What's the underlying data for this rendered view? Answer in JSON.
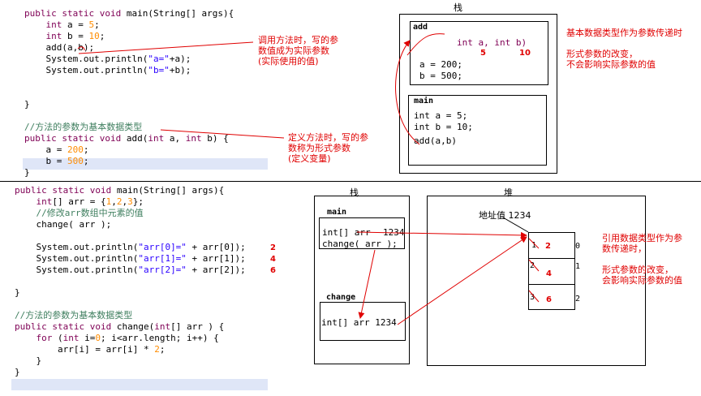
{
  "top": {
    "code": [
      [
        [
          "kw",
          "public static void "
        ],
        [
          "plain",
          "main(String[] args){"
        ]
      ],
      [
        [
          "plain",
          "    "
        ],
        [
          "kw",
          "int"
        ],
        [
          "plain",
          " a = "
        ],
        [
          "num",
          "5"
        ],
        [
          "plain",
          ";"
        ]
      ],
      [
        [
          "plain",
          "    "
        ],
        [
          "kw",
          "int"
        ],
        [
          "plain",
          " b = "
        ],
        [
          "num",
          "10"
        ],
        [
          "plain",
          ";"
        ]
      ],
      [
        [
          "plain",
          "    add(a,b);"
        ]
      ],
      [
        [
          "plain",
          "    System.out.println("
        ],
        [
          "str",
          "\"a=\""
        ],
        [
          "plain",
          "+a);"
        ]
      ],
      [
        [
          "plain",
          "    System.out.println("
        ],
        [
          "str",
          "\"b=\""
        ],
        [
          "plain",
          "+b);"
        ]
      ],
      [
        [
          "plain",
          ""
        ]
      ],
      [
        [
          "plain",
          ""
        ]
      ],
      [
        [
          "plain",
          "}"
        ]
      ],
      [
        [
          "plain",
          ""
        ]
      ],
      [
        [
          "cm",
          "//方法的参数为基本数据类型"
        ]
      ],
      [
        [
          "kw",
          "public static void "
        ],
        [
          "plain",
          "add("
        ],
        [
          "kw",
          "int"
        ],
        [
          "plain",
          " a, "
        ],
        [
          "kw",
          "int"
        ],
        [
          "plain",
          " b) {"
        ]
      ],
      [
        [
          "plain",
          "    a = "
        ],
        [
          "num",
          "200"
        ],
        [
          "plain",
          ";"
        ]
      ],
      [
        [
          "plain",
          "    b = "
        ],
        [
          "num",
          "500"
        ],
        [
          "plain",
          ";"
        ]
      ],
      [
        [
          "plain",
          "}"
        ]
      ]
    ],
    "note_call": "调用方法时，写的参\n数值成为实际参数\n(实际使用的值)",
    "note_define": "定义方法时，写的参\n数称为形式参数\n(定义变量)",
    "stack_title": "栈",
    "add_frame": {
      "label": "add",
      "sig": "int a, int b)",
      "val_a": "5",
      "val_b": "10",
      "line_a": "a = 200;",
      "line_b": "b = 500;"
    },
    "main_frame": {
      "label": "main",
      "lines": [
        "int a = 5;",
        "int b = 10;",
        "add(a,b)"
      ]
    },
    "side_note": "基本数据类型作为参数传递时\n\n形式参数的改变，\n不会影响实际参数的值"
  },
  "bottom": {
    "code": [
      [
        [
          "kw",
          "public static void "
        ],
        [
          "plain",
          "main(String[] args){"
        ]
      ],
      [
        [
          "plain",
          "    "
        ],
        [
          "kw",
          "int"
        ],
        [
          "plain",
          "[] arr = {"
        ],
        [
          "num",
          "1"
        ],
        [
          "plain",
          ","
        ],
        [
          "num",
          "2"
        ],
        [
          "plain",
          ","
        ],
        [
          "num",
          "3"
        ],
        [
          "plain",
          "};"
        ]
      ],
      [
        [
          "plain",
          "    "
        ],
        [
          "cm",
          "//修改arr数组中元素的值"
        ]
      ],
      [
        [
          "plain",
          "    change( arr );"
        ]
      ],
      [
        [
          "plain",
          ""
        ]
      ],
      [
        [
          "plain",
          "    System.out.println("
        ],
        [
          "str",
          "\"arr[0]=\""
        ],
        [
          "plain",
          " + arr[0]);"
        ]
      ],
      [
        [
          "plain",
          "    System.out.println("
        ],
        [
          "str",
          "\"arr[1]=\""
        ],
        [
          "plain",
          " + arr[1]);"
        ]
      ],
      [
        [
          "plain",
          "    System.out.println("
        ],
        [
          "str",
          "\"arr[2]=\""
        ],
        [
          "plain",
          " + arr[2]);"
        ]
      ],
      [
        [
          "plain",
          ""
        ]
      ],
      [
        [
          "plain",
          "}"
        ]
      ],
      [
        [
          "plain",
          ""
        ]
      ],
      [
        [
          "cm",
          "//方法的参数为基本数据类型"
        ]
      ],
      [
        [
          "kw",
          "public static void "
        ],
        [
          "plain",
          "change("
        ],
        [
          "kw",
          "int"
        ],
        [
          "plain",
          "[] arr ) {"
        ]
      ],
      [
        [
          "plain",
          "    "
        ],
        [
          "kw",
          "for"
        ],
        [
          "plain",
          " ("
        ],
        [
          "kw",
          "int"
        ],
        [
          "plain",
          " i="
        ],
        [
          "num",
          "0"
        ],
        [
          "plain",
          "; i<arr.length; i++) {"
        ]
      ],
      [
        [
          "plain",
          "        arr[i] = arr[i] * "
        ],
        [
          "num",
          "2"
        ],
        [
          "plain",
          ";"
        ]
      ],
      [
        [
          "plain",
          "    }"
        ]
      ],
      [
        [
          "plain",
          "}"
        ]
      ]
    ],
    "outputs": [
      "2",
      "4",
      "6"
    ],
    "stack_title": "栈",
    "heap_title": "堆",
    "main_frame": {
      "label": "main",
      "line1": "int[] arr",
      "line1_addr": "1234",
      "line2": "change( arr );"
    },
    "change_frame": {
      "label": "change",
      "line": "int[] arr 1234"
    },
    "heap": {
      "addr_label": "地址值 1234",
      "cells": [
        {
          "old": "1",
          "new": "2",
          "index": "0"
        },
        {
          "old": "2",
          "new": "4",
          "index": "1"
        },
        {
          "old": "3",
          "new": "6",
          "index": "2"
        }
      ]
    },
    "side_note": "引用数据类型作为参\n数传递时，\n\n形式参数的改变，\n会影响实际参数的值"
  }
}
